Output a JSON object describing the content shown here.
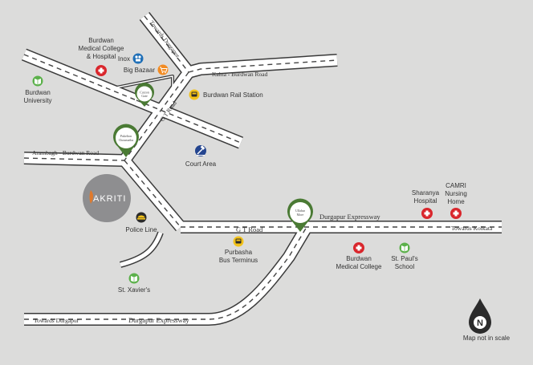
{
  "roads": {
    "towards_durgapur_top": "Towards Durgapur",
    "kalna_burdwan": "Kalna - Burdwan Road",
    "gt_road_north": "G T Road",
    "arambagh_burdwan": "Arambagh - Burdwan Road",
    "gt_road_east": "G T Road",
    "durgapur_expressway_east": "Durgapur Expressway",
    "towards_kolkata": "Towards Kolkata",
    "towards_durgapur_bottom": "Towards Durgapur",
    "durgapur_expressway_south": "Durgapur Expressway"
  },
  "places": {
    "burdwan_medical_college_hospital": [
      "Burdwan",
      "Medical College",
      "& Hospital"
    ],
    "inox": "Inox",
    "big_bazaar": "Big Bazaar",
    "burdwan_university": [
      "Burdwan",
      "University"
    ],
    "burdwan_rail_station": "Burdwan Rail Station",
    "court_area": "Court Area",
    "police_line": "Police Line",
    "purbasha_bus_terminus": [
      "Purbasha",
      "Bus Terminus"
    ],
    "st_xaviers": "St. Xavier's",
    "burdwan_medical_college": [
      "Burdwan",
      "Medical College"
    ],
    "st_pauls_school": [
      "St. Paul's",
      "School"
    ],
    "sharanya_hospital": [
      "Sharanya",
      "Hospital"
    ],
    "camri_nursing_home": [
      "CAMRI",
      "Nursing",
      "Home"
    ]
  },
  "pins": {
    "curzon_gate": [
      "Curzon",
      "Gate"
    ],
    "pukelton_choumatha": [
      "Pukelton",
      "Choumatha"
    ],
    "ullahar_more": [
      "Ullahar",
      "More"
    ]
  },
  "project": {
    "name": "AKRITI"
  },
  "compass": {
    "letter": "N"
  },
  "scale_note": "Map not in scale",
  "colors": {
    "background": "#dcdcdb",
    "hospital": "#d9262c",
    "school": "#5cb14b",
    "cinema": "#1f6fb7",
    "shopping": "#f28b22",
    "transport": "#f2c21a",
    "court": "#24458f",
    "police": "#2b2b2b",
    "pin": "#4a7a34",
    "project_circle": "#8e8e90"
  },
  "icons": {
    "hospital": "hospital-cross-icon",
    "school": "school-book-icon",
    "cinema": "cinema-icon",
    "shopping": "shopping-cart-icon",
    "transport": "bus-train-icon",
    "court": "court-gavel-icon",
    "police": "police-cap-icon"
  }
}
